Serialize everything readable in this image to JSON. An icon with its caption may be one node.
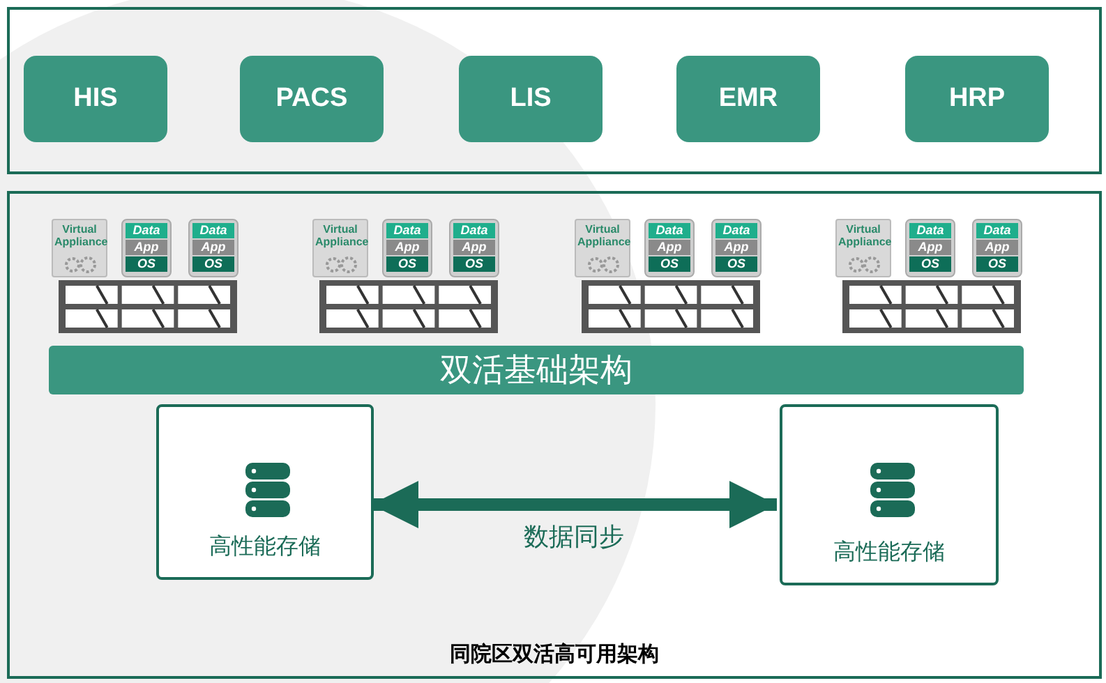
{
  "diagram": {
    "nodes": [
      {
        "text": [],
        "shape": "box"
      },
      {
        "text": [
          "HIS"
        ],
        "in": 0
      },
      {
        "text": [
          "PACS"
        ],
        "in": 0
      },
      {
        "text": [
          "LIS"
        ],
        "in": 0
      },
      {
        "text": [
          "EMR"
        ],
        "in": 0
      },
      {
        "text": [
          "HRP"
        ],
        "in": 0
      },
      {
        "text": [
          "同院区双活高可用架构"
        ]
      },
      {
        "text": [
          "Virtual Appliance"
        ],
        "in": 6
      },
      {
        "text": [
          "Data",
          "App",
          "OS"
        ],
        "in": 6
      },
      {
        "text": [
          "Data",
          "App",
          "OS"
        ],
        "in": 6
      },
      {
        "text": [],
        "shape": "picture",
        "in": 6
      },
      {
        "text": [
          "Virtual Appliance"
        ],
        "in": 6
      },
      {
        "text": [
          "Data",
          "App",
          "OS"
        ],
        "in": 6
      },
      {
        "text": [
          "Data",
          "App",
          "OS"
        ],
        "in": 6
      },
      {
        "text": [],
        "shape": "picture",
        "in": 6
      },
      {
        "text": [
          "Virtual Appliance"
        ],
        "in": 6
      },
      {
        "text": [
          "Data",
          "App",
          "OS"
        ],
        "in": 6
      },
      {
        "text": [
          "Data",
          "App",
          "OS"
        ],
        "in": 6
      },
      {
        "text": [],
        "shape": "picture",
        "in": 6
      },
      {
        "text": [
          "Virtual Appliance"
        ],
        "in": 6
      },
      {
        "text": [
          "Data",
          "App",
          "OS"
        ],
        "in": 6
      },
      {
        "text": [
          "Data",
          "App",
          "OS"
        ],
        "in": 6
      },
      {
        "text": [],
        "shape": "picture",
        "in": 6
      },
      {
        "text": [
          "双活基础架构"
        ],
        "in": 6
      },
      {
        "text": [
          "高性能存储"
        ],
        "in": 6
      },
      {
        "text": [
          "高性能存储"
        ],
        "in": 6
      }
    ],
    "edges": [
      {
        "from": 24,
        "to": 25,
        "arrow": "both",
        "label": "数据同步"
      }
    ]
  }
}
